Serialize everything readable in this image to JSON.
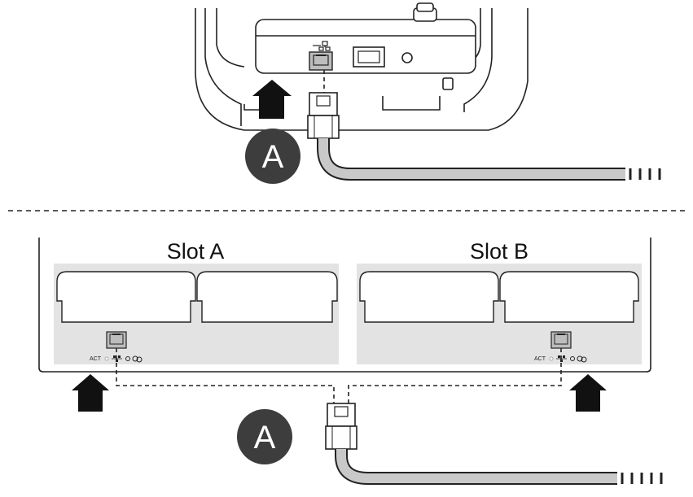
{
  "top_panel": {
    "callout_label": "A"
  },
  "bottom_panel": {
    "slot_a_title": "Slot A",
    "slot_b_title": "Slot B",
    "port_a_act_label": "ACT",
    "port_b_act_label": "ACT",
    "callout_label": "A"
  },
  "colors": {
    "callout_bg": "#3d3d3d",
    "slot_bg": "#e3e3e3",
    "arrow": "#111111",
    "cable_fill": "#c9c9c9"
  },
  "icons": [
    "ethernet-icon",
    "network-icon",
    "link-icon",
    "up-arrow-icon"
  ]
}
